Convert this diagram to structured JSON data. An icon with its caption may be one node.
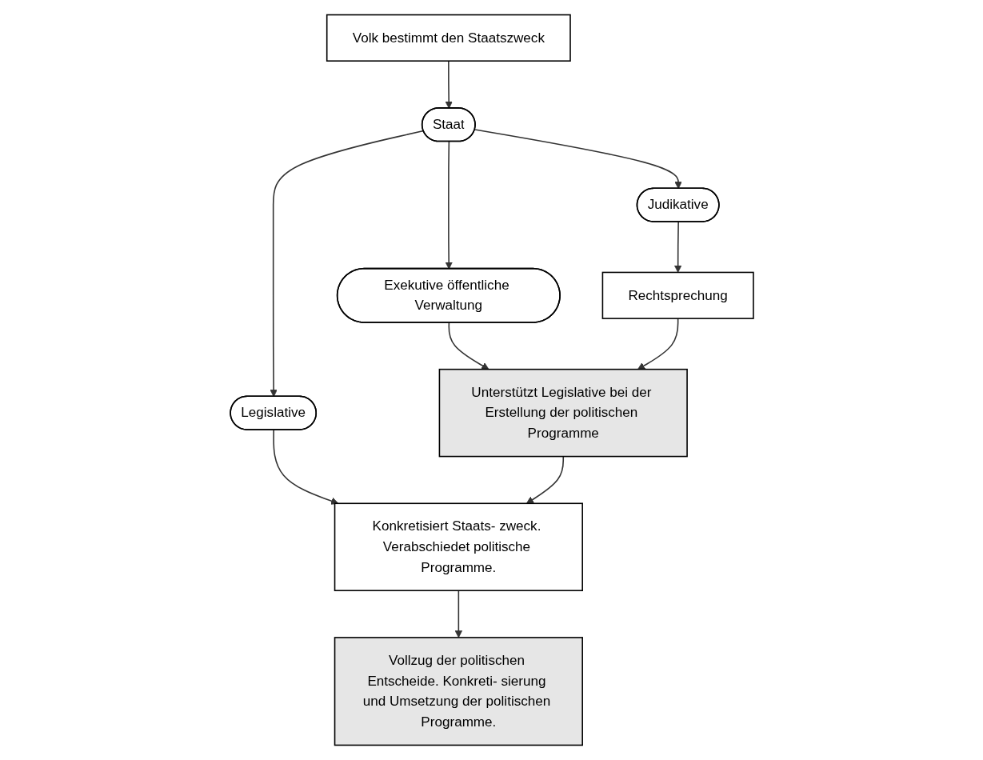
{
  "diagram": {
    "nodes": [
      {
        "text": [
          "Volk bestimmt den Staatszweck"
        ]
      },
      {
        "text": [
          "Staat"
        ]
      },
      {
        "text": [
          "Legislative"
        ]
      },
      {
        "text": [
          "Exekutive öffentliche Verwaltung"
        ]
      },
      {
        "text": [
          "Judikative"
        ]
      },
      {
        "text": [
          "Konkretisiert Staats- zweck. Verabschiedet politische Programme."
        ]
      },
      {
        "text": [
          "Unterstützt Legislative bei der Erstellung der politischen Programme"
        ]
      },
      {
        "text": [
          "Rechtsprechung"
        ]
      },
      {
        "text": [
          "Vollzug der politischen Entscheide. Konkreti- sierung und Umsetzung der politischen Programme."
        ]
      }
    ],
    "edges": [
      {
        "from": 0,
        "to": 1,
        "arrow": "to"
      },
      {
        "from": 1,
        "to": 2,
        "arrow": "to"
      },
      {
        "from": 1,
        "to": 3,
        "arrow": "to"
      },
      {
        "from": 1,
        "to": 4,
        "arrow": "to"
      },
      {
        "from": 2,
        "to": 5,
        "arrow": "to"
      },
      {
        "from": 3,
        "to": 6,
        "arrow": "to"
      },
      {
        "from": 4,
        "to": 7,
        "arrow": "to"
      },
      {
        "from": 6,
        "to": 5,
        "arrow": "to"
      },
      {
        "from": 7,
        "to": 6,
        "arrow": "to"
      },
      {
        "from": 5,
        "to": 8,
        "arrow": "to"
      }
    ]
  }
}
